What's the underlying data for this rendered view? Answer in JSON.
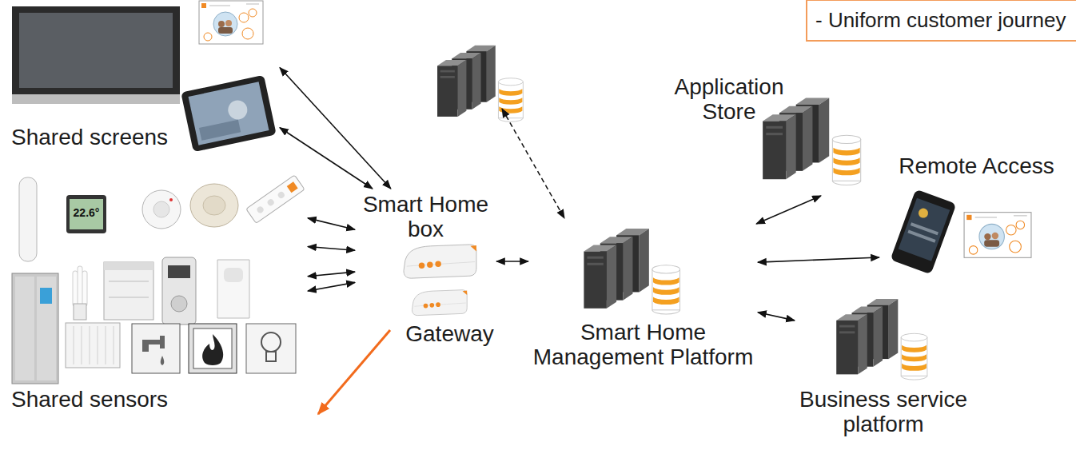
{
  "diagram": {
    "nodes": [
      {
        "text": [
          "- Uniform customer journey"
        ]
      },
      {
        "text": [
          "Shared screens"
        ]
      },
      {
        "text": [
          "Application Store"
        ]
      },
      {
        "text": [
          "Smart Home box"
        ]
      },
      {
        "text": [
          "Remote Access"
        ]
      },
      {
        "text": [
          "Shared sensors"
        ]
      },
      {
        "text": [
          "Gateway"
        ]
      },
      {
        "text": [
          "Smart Home Management Platform"
        ]
      },
      {
        "text": [
          "Business service platform"
        ]
      }
    ],
    "edges": [
      {
        "from": 1,
        "to": 3,
        "arrow": "both"
      },
      {
        "from": 1,
        "to": 3,
        "arrow": "both"
      },
      {
        "from": 5,
        "to": 3,
        "arrow": "both"
      },
      {
        "from": 5,
        "to": 3,
        "arrow": "both"
      },
      {
        "from": 5,
        "to": 3,
        "arrow": "both"
      },
      {
        "from": 5,
        "to": 3,
        "arrow": "both"
      },
      {
        "from": 3,
        "to": 7,
        "arrow": "both"
      },
      {
        "from": 7,
        "to": 2,
        "arrow": "both"
      },
      {
        "from": 7,
        "to": 4,
        "arrow": "both"
      },
      {
        "from": 7,
        "to": 8,
        "arrow": "both"
      }
    ],
    "labels": [
      "22.6°"
    ]
  }
}
